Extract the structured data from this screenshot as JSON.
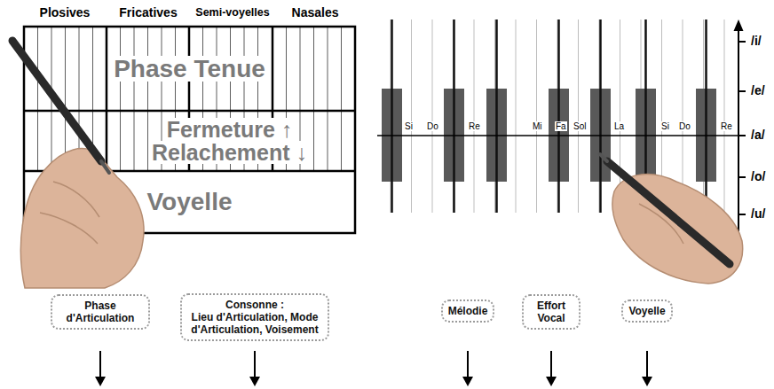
{
  "diagram": {
    "nodes": [
      {
        "text": [
          "Phase Tenue"
        ]
      },
      {
        "text": [
          "Fermeture ↑",
          "Relachement ↓"
        ]
      },
      {
        "text": [
          "Voyelle"
        ]
      },
      {
        "text": [
          "Phase d'Articulation"
        ]
      },
      {
        "text": [
          "Consonne :",
          "Lieu d'Articulation, Mode d'Articulation, Voisement"
        ]
      },
      {
        "text": [
          "Mélodie"
        ]
      },
      {
        "text": [
          "Effort Vocal"
        ]
      },
      {
        "text": [
          "Voyelle"
        ]
      }
    ],
    "labels": [
      "Plosives",
      "Fricatives",
      "Semi-voyelles",
      "Nasales",
      "Si",
      "Do",
      "Re",
      "Mi",
      "Fa",
      "Sol",
      "La",
      "Si",
      "Do",
      "Re",
      "/i/",
      "/e/",
      "/a/",
      "/o/",
      "/u/"
    ]
  }
}
